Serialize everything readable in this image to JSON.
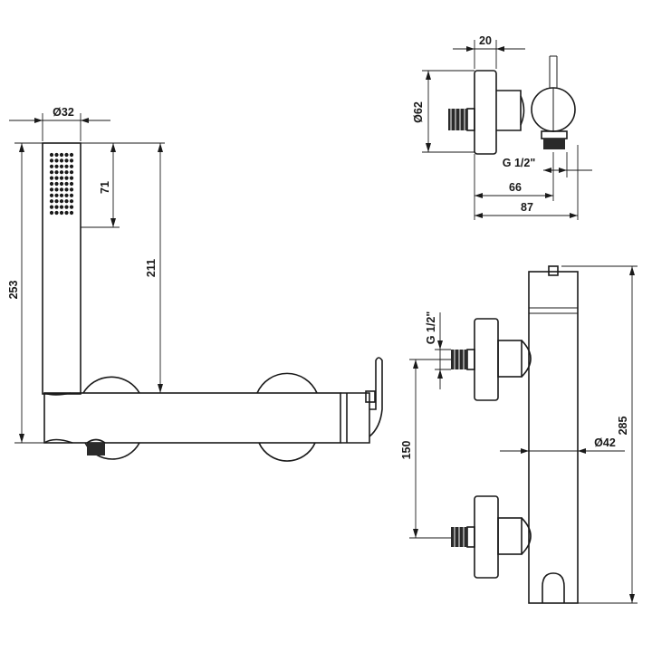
{
  "dimensions": {
    "handshower_diameter": "Ø32",
    "nozzle_length": "71",
    "handshower_height": "211",
    "total_height": "253",
    "body_diameter": "Ø42",
    "body_length": "285",
    "rosette_diameter": "Ø62",
    "rosette_depth": "20",
    "connection_thread_side": "G 1/2\"",
    "connection_thread_top": "G 1/2\"",
    "outlet_offset": "66",
    "total_projection": "87",
    "center_spacing": "150"
  },
  "colors": {
    "line": "#1a1a1a",
    "thread_fill": "#2a2a2a",
    "background": "#ffffff"
  }
}
